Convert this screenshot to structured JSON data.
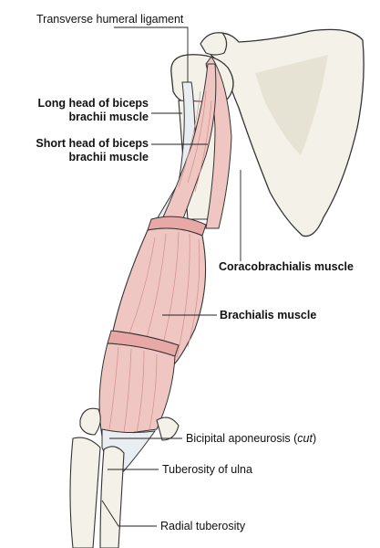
{
  "labels": {
    "transverse_humeral_ligament": "Transverse humeral ligament",
    "long_head_line1": "Long head of biceps",
    "long_head_line2": "brachii muscle",
    "short_head_line1": "Short head of biceps",
    "short_head_line2": "brachii muscle",
    "coracobrachialis": "Coracobrachialis muscle",
    "brachialis": "Brachialis muscle",
    "bicipital_aponeurosis": "Bicipital aponeurosis (",
    "bicipital_aponeurosis_cut": "cut",
    "bicipital_aponeurosis_close": ")",
    "tuberosity_of_ulna": "Tuberosity of ulna",
    "radial_tuberosity": "Radial tuberosity"
  },
  "colors": {
    "muscle": "#efc6c2",
    "muscle_dark": "#cf8f8c",
    "bone": "#f3f1e8",
    "outline": "#333333",
    "tendon": "#e9eef2"
  }
}
